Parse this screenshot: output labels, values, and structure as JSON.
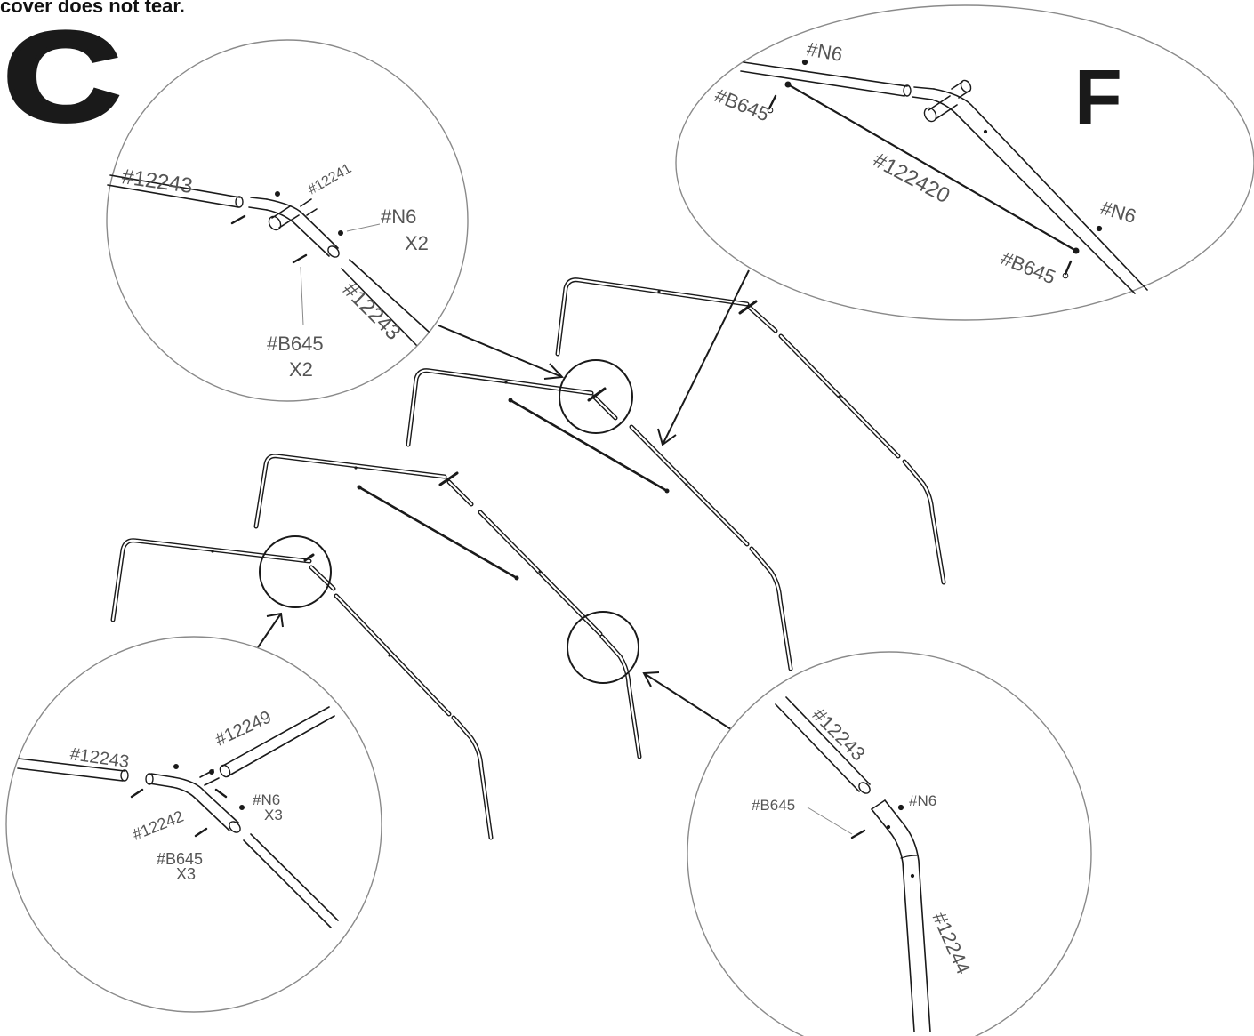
{
  "header": {
    "text": "cover does not tear."
  },
  "step_labels": {
    "c": "C",
    "f": "F"
  },
  "callouts": {
    "c": {
      "labels": [
        {
          "text": "#12243"
        },
        {
          "text": "#12241"
        },
        {
          "text": "#N6"
        },
        {
          "text": "X2"
        },
        {
          "text": "#12243"
        },
        {
          "text": "#B645"
        },
        {
          "text": "X2"
        }
      ]
    },
    "f": {
      "labels": [
        {
          "text": "#N6"
        },
        {
          "text": "#B645"
        },
        {
          "text": "#122420"
        },
        {
          "text": "#N6"
        },
        {
          "text": "#B645"
        }
      ]
    },
    "left": {
      "labels": [
        {
          "text": "#12243"
        },
        {
          "text": "#12249"
        },
        {
          "text": "#12242"
        },
        {
          "text": "#N6"
        },
        {
          "text": "X3"
        },
        {
          "text": "#B645"
        },
        {
          "text": "X3"
        }
      ]
    },
    "right": {
      "labels": [
        {
          "text": "#12243"
        },
        {
          "text": "#B645"
        },
        {
          "text": "#N6"
        },
        {
          "text": "#12244"
        }
      ]
    }
  },
  "colors": {
    "line": "#1a1a1a",
    "callout_border": "#8a8a8a",
    "label": "#555555"
  }
}
